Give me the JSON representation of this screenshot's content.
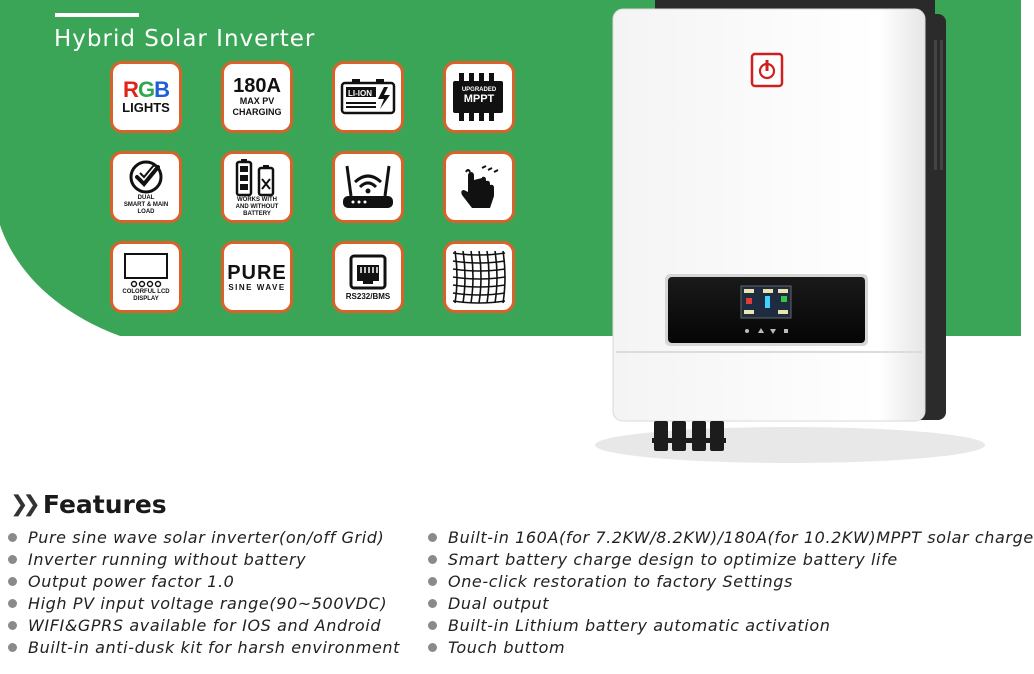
{
  "banner": {
    "title": "Hybrid Solar Inverter",
    "background_color": "#3ba557",
    "tile_border_color": "#d9622b"
  },
  "badges": [
    {
      "icon": "rgb-lights-icon",
      "line1": "RGB",
      "line2": "LIGHTS"
    },
    {
      "icon": "pv-charging-icon",
      "line1": "180A",
      "line2": "MAX PV",
      "line3": "CHARGING"
    },
    {
      "icon": "li-ion-battery-icon",
      "line1": "LI-ION"
    },
    {
      "icon": "mppt-chip-icon",
      "line1": "UPGRADED",
      "line2": "MPPT"
    },
    {
      "icon": "dual-output-check-icon",
      "line1": "DUAL",
      "line2": "SMART & MAIN LOAD"
    },
    {
      "icon": "battery-optional-icon",
      "line1": "WORKS WITH",
      "line2": "AND WITHOUT",
      "line3": "BATTERY"
    },
    {
      "icon": "wifi-router-icon"
    },
    {
      "icon": "touch-hand-icon"
    },
    {
      "icon": "lcd-display-icon",
      "line1": "COLORFUL LCD",
      "line2": "DISPLAY"
    },
    {
      "icon": "sine-wave-icon",
      "line1": "PURE",
      "line2": "SINE WAVE"
    },
    {
      "icon": "rj45-port-icon",
      "line1": "RS232/BMS"
    },
    {
      "icon": "anti-dusk-mesh-icon"
    }
  ],
  "features": {
    "heading": "Features",
    "left": [
      "Pure sine wave solar inverter(on/off Grid)",
      "Inverter running without battery",
      "Output power factor 1.0",
      "High PV input voltage range(90~500VDC)",
      "WIFI&GPRS available for IOS and Android",
      "Built-in anti-dusk kit for harsh environment"
    ],
    "right": [
      "Built-in 160A(for 7.2KW/8.2KW)/180A(for 10.2KW)MPPT solar charge",
      "Smart battery charge design to optimize battery life",
      "One-click restoration to factory Settings",
      "Dual output",
      "Built-in Lithium battery automatic activation",
      "Touch buttom"
    ]
  }
}
